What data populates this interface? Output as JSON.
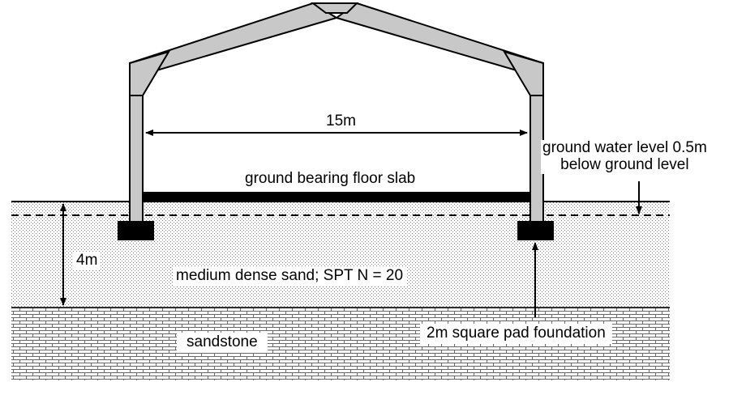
{
  "labels": {
    "span": "15m",
    "slab": "ground bearing floor slab",
    "gwl_line1": "ground water level 0.5m",
    "gwl_line2": "below ground level",
    "depth": "4m",
    "sand": "medium dense sand; SPT N = 20",
    "sandstone": "sandstone",
    "pad": "2m square pad foundation"
  },
  "colors": {
    "frame_fill": "#c8c8c8",
    "outline": "#000000",
    "background": "#ffffff"
  }
}
